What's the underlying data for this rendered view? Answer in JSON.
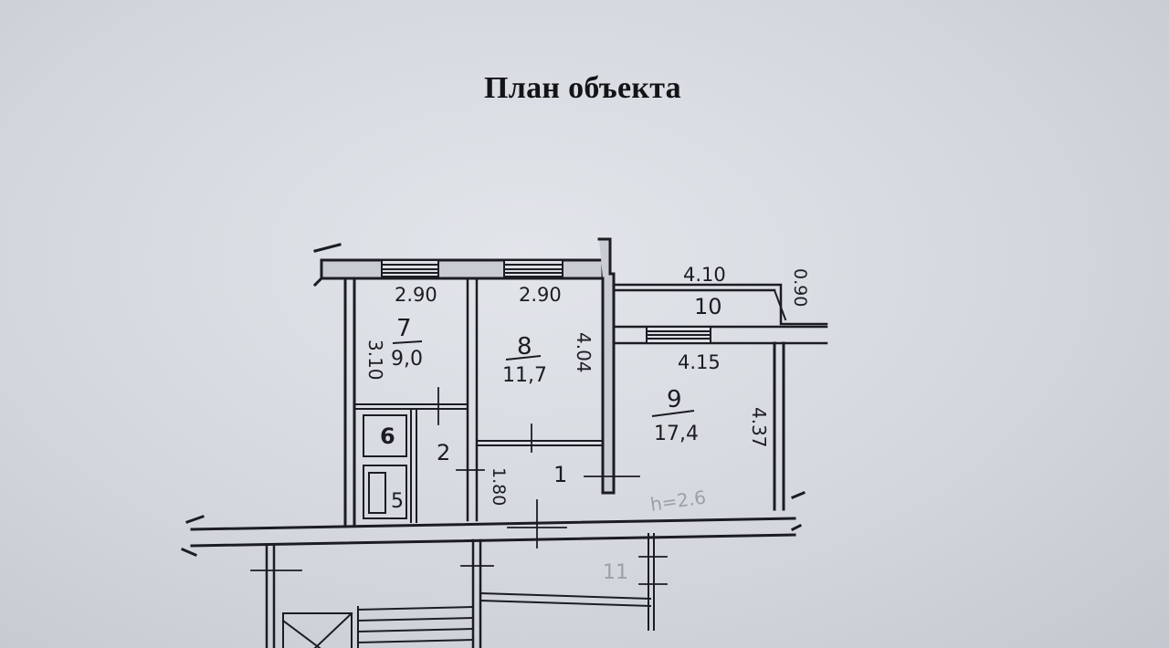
{
  "title": "План объекта",
  "colors": {
    "paper": "#d9dce1",
    "ink": "#1b1d22",
    "pencil": "#9aa0a8"
  },
  "rooms": [
    {
      "number": "7",
      "area": "9,0",
      "width_label": "2.90",
      "length_label": "3.10"
    },
    {
      "number": "8",
      "area": "11,7",
      "width_label": "2.90",
      "length_label": "4.04"
    },
    {
      "number": "9",
      "area": "17,4",
      "width_label": "4.15",
      "length_label": "4.37"
    },
    {
      "number": "10",
      "width_label": "4.10",
      "length_label": "0.90"
    },
    {
      "number": "1",
      "length_label": "1.80"
    },
    {
      "number": "2"
    },
    {
      "number": "5"
    },
    {
      "number": "6"
    }
  ],
  "pencil_notes": {
    "room9_note": "h=2.6",
    "corridor_note": "11"
  }
}
